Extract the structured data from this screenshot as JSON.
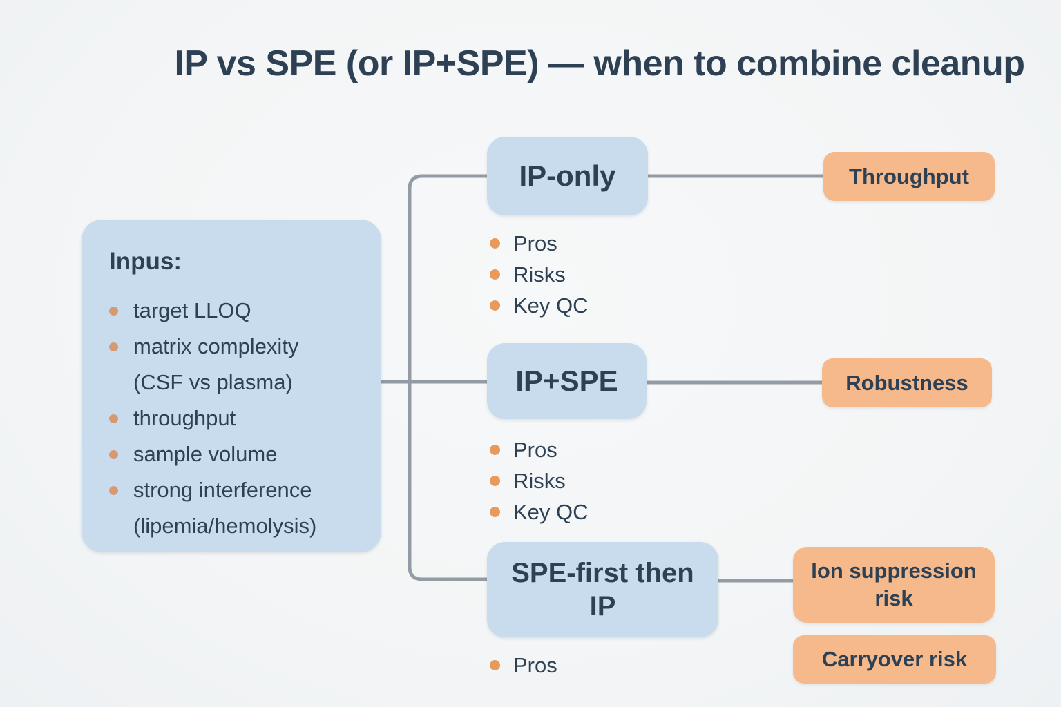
{
  "title": "IP vs SPE (or IP+SPE) — when to combine cleanup",
  "colors": {
    "background": "#f4f5f6",
    "node_fill": "#c8dcee",
    "outcome_fill": "#f6b98c",
    "text": "#2e4154",
    "connector": "#939ba4",
    "panel_bullet": "#d59a72",
    "list_bullet": "#e8995c"
  },
  "inputs_panel": {
    "heading": "Inpus:",
    "items": [
      {
        "lines": [
          "target LLOQ"
        ]
      },
      {
        "lines": [
          "matrix complexity",
          "(CSF vs plasma)"
        ]
      },
      {
        "lines": [
          "throughput"
        ]
      },
      {
        "lines": [
          "sample volume"
        ]
      },
      {
        "lines": [
          "strong interference",
          "(lipemia/hemolysis)"
        ]
      }
    ]
  },
  "branches": [
    {
      "label": "IP-only",
      "bullets": [
        "Pros",
        "Risks",
        "Key QC"
      ],
      "outcomes": [
        "Throughput"
      ]
    },
    {
      "label": "IP+SPE",
      "bullets": [
        "Pros",
        "Risks",
        "Key QC"
      ],
      "outcomes": [
        "Robustness"
      ]
    },
    {
      "label": "SPE-first then IP",
      "bullets": [
        "Pros"
      ],
      "outcomes": [
        "Ion suppression risk",
        "Carryover risk"
      ]
    }
  ]
}
